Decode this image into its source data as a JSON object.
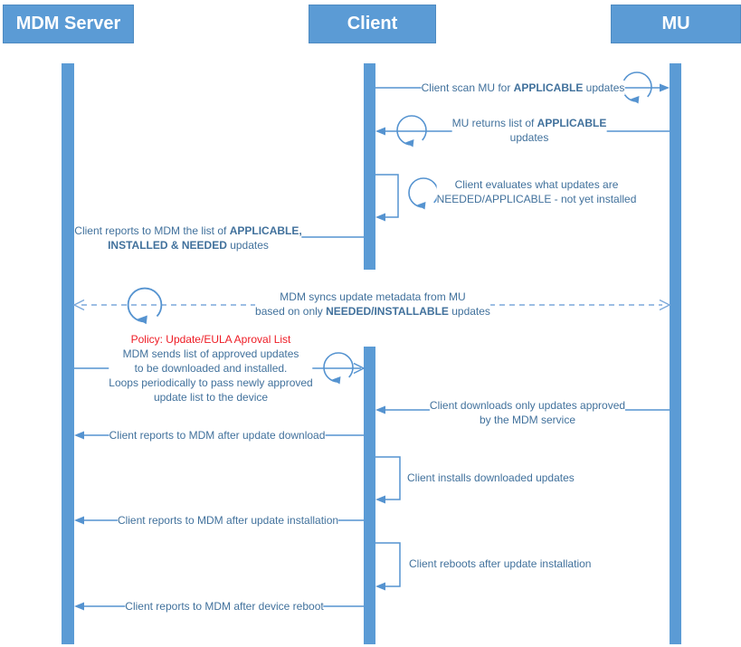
{
  "diagram": {
    "type": "sequence-diagram",
    "actors": [
      {
        "id": "mdm-server",
        "label": "MDM Server"
      },
      {
        "id": "client",
        "label": "Client"
      },
      {
        "id": "mu",
        "label": "MU"
      }
    ],
    "colors": {
      "actor_fill": "#5B9BD5",
      "actor_text": "#FFFFFF",
      "connector_blue": "#5593D0",
      "dashed_blue": "#7CA9DB",
      "label_text_blue": "#41719C",
      "policy_red": "#EE1C25"
    },
    "messages": [
      {
        "name": "client-scan-mu",
        "from": "Client",
        "to": "MU",
        "line_style": "solid",
        "loop_icon": true,
        "parts": [
          "Client scan MU for ",
          "APPLICABLE",
          " updates"
        ]
      },
      {
        "name": "mu-returns-list",
        "from": "MU",
        "to": "Client",
        "line_style": "solid",
        "loop_icon": true,
        "lines": [
          [
            "MU returns list of ",
            "APPLICABLE"
          ],
          [
            "updates"
          ]
        ]
      },
      {
        "name": "client-evaluates",
        "from": "Client",
        "to": "Client",
        "line_style": "self",
        "loop_icon": true,
        "lines": [
          [
            "Client evaluates what updates are"
          ],
          [
            "NEEDED/APPLICABLE - not yet installed"
          ]
        ]
      },
      {
        "name": "client-reports-list",
        "from": "Client",
        "to": "MDM Server",
        "line_style": "solid",
        "lines": [
          [
            "Client reports to MDM the list of ",
            "APPLICABLE,"
          ],
          [
            "INSTALLED & NEEDED",
            " updates"
          ]
        ]
      },
      {
        "name": "mdm-syncs-metadata",
        "from": "MDM Server",
        "to": "MU",
        "line_style": "dashed",
        "bidirectional": true,
        "loop_icon": true,
        "lines": [
          [
            "MDM syncs update metadata from MU"
          ],
          [
            "based on only ",
            "NEEDED/INSTALLABLE",
            " updates"
          ]
        ]
      },
      {
        "name": "mdm-sends-approved-list",
        "from": "MDM Server",
        "to": "Client",
        "line_style": "solid",
        "loop_icon": true,
        "policy_title": "Policy: Update/EULA Aproval List",
        "lines": [
          "MDM sends list of approved updates",
          "to be downloaded and installed.",
          "Loops periodically to pass newly approved",
          "update list to the device"
        ]
      },
      {
        "name": "client-downloads-approved",
        "from": "MU",
        "to": "Client",
        "line_style": "solid",
        "lines": [
          "Client downloads only updates approved",
          "by the MDM service"
        ]
      },
      {
        "name": "report-after-download",
        "from": "Client",
        "to": "MDM Server",
        "line_style": "solid",
        "text": "Client reports to MDM after update download"
      },
      {
        "name": "client-installs",
        "from": "Client",
        "to": "Client",
        "line_style": "self",
        "text": "Client installs downloaded updates"
      },
      {
        "name": "report-after-installation",
        "from": "Client",
        "to": "MDM Server",
        "line_style": "solid",
        "text": "Client reports to MDM after update installation"
      },
      {
        "name": "client-reboots",
        "from": "Client",
        "to": "Client",
        "line_style": "self",
        "text": "Client reboots after update installation"
      },
      {
        "name": "report-after-reboot",
        "from": "Client",
        "to": "MDM Server",
        "line_style": "solid",
        "text": "Client reports to MDM after device reboot"
      }
    ]
  }
}
